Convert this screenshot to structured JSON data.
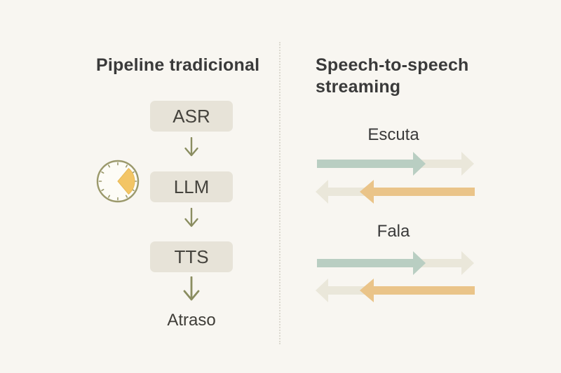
{
  "figure": {
    "left_panel": {
      "title": "Pipeline tradicional",
      "stages": [
        {
          "label": "ASR"
        },
        {
          "label": "LLM"
        },
        {
          "label": "TTS"
        }
      ],
      "delay_label": "Atraso",
      "clock_icon": "latency-timer-clock"
    },
    "right_panel": {
      "title": "Speech-to-speech streaming",
      "sections": [
        {
          "label": "Escuta"
        },
        {
          "label": "Fala"
        }
      ]
    }
  },
  "colors": {
    "background": "#f8f6f1",
    "stage_box": "#e7e3d8",
    "title_text": "#3a3a3a",
    "down_arrow": "#8a8d60",
    "stream_input_teal": "#b9cec2",
    "stream_output_orange": "#eac489",
    "stream_trail_gray": "#eae7da",
    "clock_rim": "#9b996c",
    "clock_wedge": "#f3c565",
    "divider_dots": "#dcd9d0"
  }
}
